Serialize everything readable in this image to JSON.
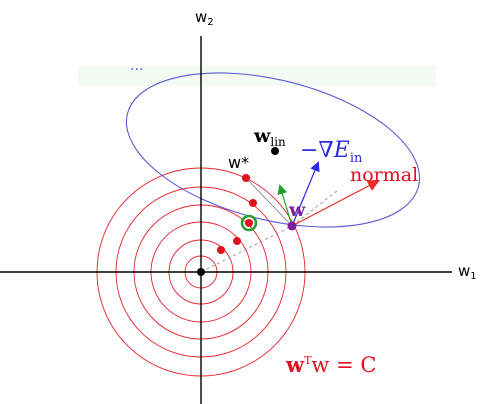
{
  "axes": {
    "w1_base": "w",
    "w1_sub": "1",
    "w2_base": "w",
    "w2_sub": "2"
  },
  "labels": {
    "w_lin_base": "w",
    "w_lin_sub": "lin",
    "w_star": "w*",
    "neg_grad_base": "−∇E",
    "neg_grad_sub": "in",
    "normal": "normal",
    "w": "w",
    "constraint_prefix": "w",
    "constraint_sup": "T",
    "constraint_suffix": "w = C",
    "ellipsis": "..."
  },
  "colors": {
    "axis": "#000000",
    "circles": "#e8222a",
    "ellipse": "#5a5ad6",
    "red_points": "#e01020",
    "w_point": "#7a1fa0",
    "green_arrow": "#1fa02a",
    "blue_arrow": "#2a2ae0",
    "normal_arrow": "#ee2a2a",
    "dashed": "#999999",
    "green_ring": "#1fa02a",
    "label_blue": "#2a2ae0",
    "label_red": "#e01020"
  }
}
